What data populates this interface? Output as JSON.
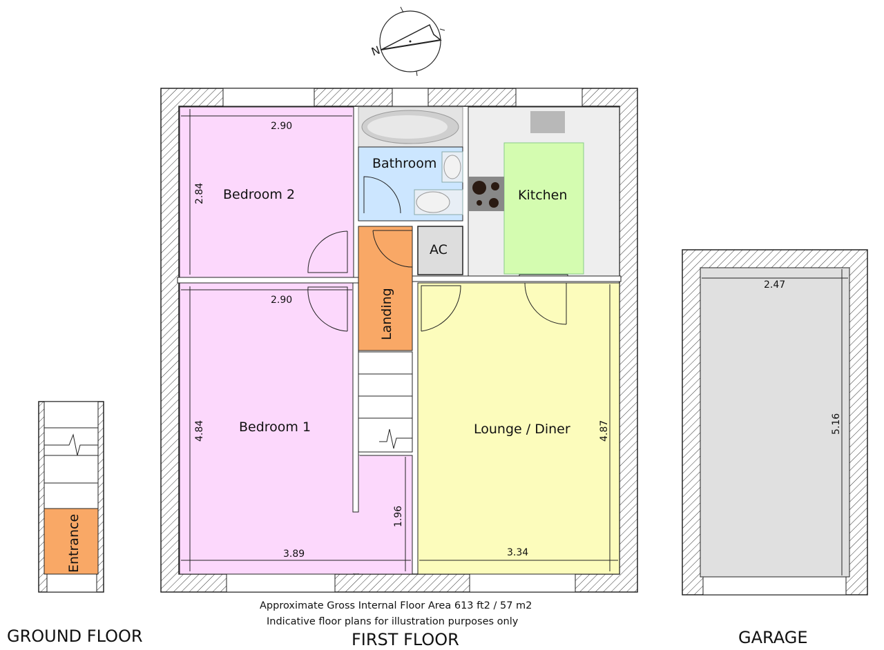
{
  "compass": {
    "label": "N"
  },
  "floors": {
    "ground": {
      "title": "GROUND FLOOR",
      "rooms": {
        "entrance": "Entrance"
      }
    },
    "first": {
      "title": "FIRST FLOOR",
      "area_note": "Approximate Gross Internal Floor Area 613 ft2  / 57 m2",
      "disclaimer": "Indicative floor plans for illustration purposes only",
      "rooms": {
        "bedroom2": "Bedroom 2",
        "bathroom": "Bathroom",
        "kitchen": "Kitchen",
        "ac": "AC",
        "landing": "Landing",
        "bedroom1": "Bedroom 1",
        "lounge": "Lounge / Diner"
      },
      "dimensions": {
        "bed2_width": "2.90",
        "bed2_depth": "2.84",
        "bed1_width_top": "2.90",
        "bed1_depth": "4.84",
        "bed1_width_bottom": "3.89",
        "bed1_alcove": "1.96",
        "lounge_width": "3.34",
        "lounge_depth": "4.87"
      }
    },
    "garage": {
      "title": "GARAGE",
      "dimensions": {
        "width": "2.47",
        "depth": "5.16"
      }
    }
  },
  "colors": {
    "bedroom": "#fcd8fc",
    "bathroom": "#cce6ff",
    "kitchen": "#d4fcb0",
    "landing": "#f9a866",
    "lounge": "#fcfcbc",
    "garage": "#e0e0e0"
  }
}
